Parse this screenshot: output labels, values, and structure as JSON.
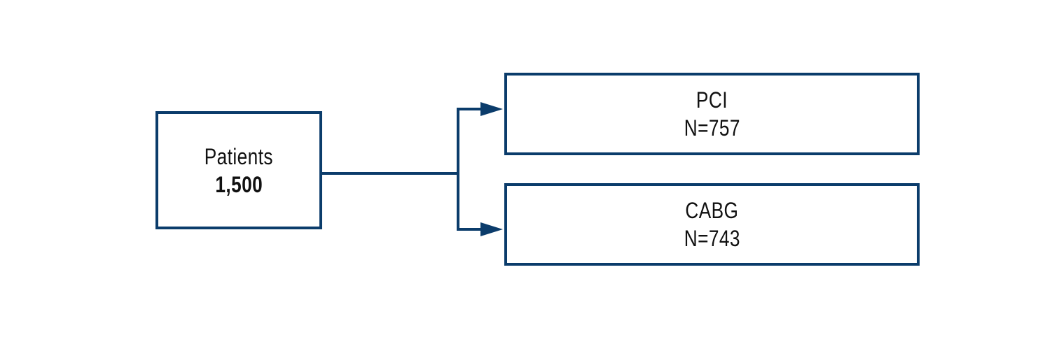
{
  "colors": {
    "stroke": "#0b3c6b",
    "text": "#111111",
    "background": "#ffffff"
  },
  "diagram": {
    "source": {
      "label": "Patients",
      "value": "1,500"
    },
    "branches": [
      {
        "label": "PCI",
        "value": "N=757"
      },
      {
        "label": "CABG",
        "value": "N=743"
      }
    ]
  }
}
